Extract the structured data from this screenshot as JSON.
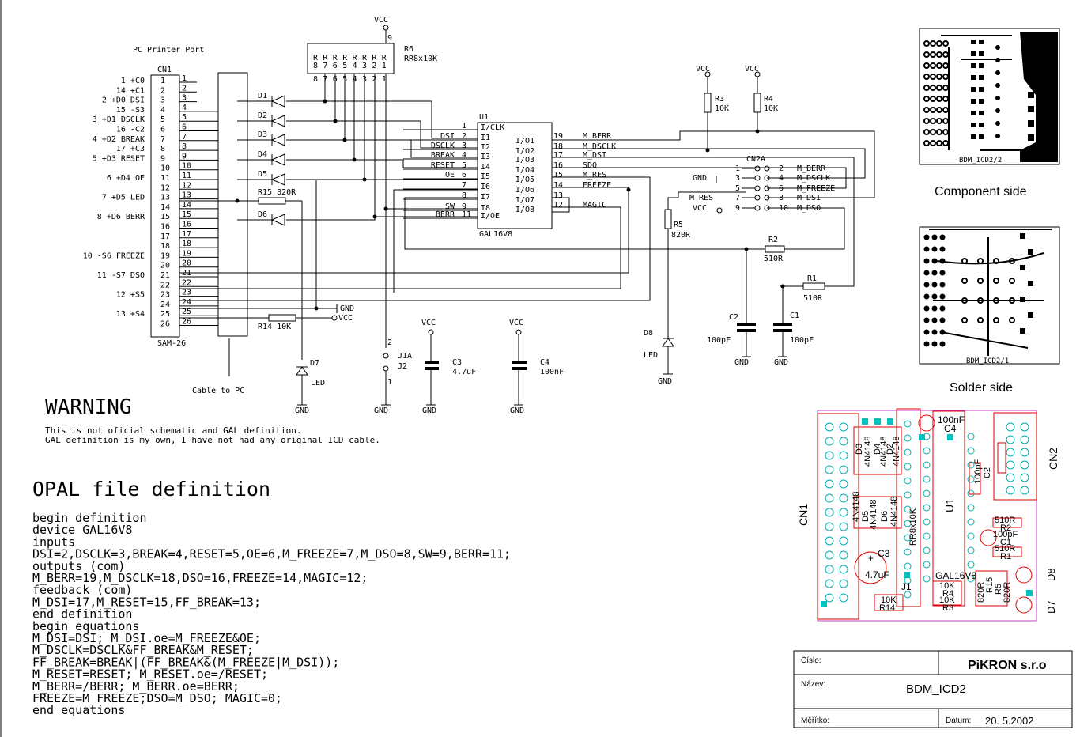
{
  "schematic": {
    "port_caption": "PC Printer Port",
    "cn1": {
      "ref": "CN1",
      "type": "SAM-26",
      "pin_numbers": [
        "1",
        "2",
        "3",
        "4",
        "5",
        "6",
        "7",
        "8",
        "9",
        "10",
        "11",
        "12",
        "13",
        "14",
        "15",
        "16",
        "17",
        "18",
        "19",
        "20",
        "21",
        "22",
        "23",
        "24",
        "25",
        "26"
      ],
      "inner_numbers": [
        "1",
        "2",
        "3",
        "4",
        "5",
        "6",
        "7",
        "8",
        "9",
        "10",
        "11",
        "12",
        "13",
        "14",
        "15",
        "16",
        "17",
        "18",
        "19",
        "20",
        "21",
        "22",
        "23",
        "24",
        "25",
        "26"
      ],
      "port_labels": [
        {
          "pin": "1",
          "text": "1 +C0"
        },
        {
          "pin": "2",
          "text": "14 +C1"
        },
        {
          "pin": "3",
          "text": "2 +D0 DSI"
        },
        {
          "pin": "4",
          "text": "15 -S3"
        },
        {
          "pin": "5",
          "text": "3 +D1 DSCLK"
        },
        {
          "pin": "6",
          "text": "16 -C2"
        },
        {
          "pin": "7",
          "text": "4 +D2 BREAK"
        },
        {
          "pin": "8",
          "text": "17 +C3"
        },
        {
          "pin": "9",
          "text": "5 +D3 RESET"
        },
        {
          "pin": "11",
          "text": "6 +D4 OE"
        },
        {
          "pin": "13",
          "text": "7 +D5 LED"
        },
        {
          "pin": "15",
          "text": "8 +D6 BERR"
        },
        {
          "pin": "19",
          "text": "10 -S6 FREEZE"
        },
        {
          "pin": "21",
          "text": "11 -S7 DSO"
        },
        {
          "pin": "23",
          "text": "12 +S5"
        },
        {
          "pin": "25",
          "text": "13 +S4"
        }
      ],
      "cable_label": "Cable to PC"
    },
    "r6": {
      "ref": "R6",
      "value": "RR8x10K",
      "vcc": "VCC",
      "top_pin": "9",
      "letters": [
        "R",
        "R",
        "R",
        "R",
        "R",
        "R",
        "R",
        "R"
      ],
      "digits": [
        "8",
        "7",
        "6",
        "5",
        "4",
        "3",
        "2",
        "1"
      ],
      "pins": [
        "8",
        "7",
        "6",
        "5",
        "4",
        "3",
        "2",
        "1"
      ]
    },
    "diodes": [
      "D1",
      "D2",
      "D3",
      "D4",
      "D5",
      "D6"
    ],
    "r15": "R15 820R",
    "r14": "R14 10K",
    "gnd": "GND",
    "vcc": "VCC",
    "d7": {
      "ref": "D7",
      "label": "LED"
    },
    "u1": {
      "ref": "U1",
      "part": "GAL16V8",
      "left_pins": [
        {
          "num": "1",
          "name": "I/CLK",
          "net": ""
        },
        {
          "num": "2",
          "name": "I1",
          "net": "DSI"
        },
        {
          "num": "3",
          "name": "I2",
          "net": "DSCLK"
        },
        {
          "num": "4",
          "name": "I3",
          "net": "BREAK"
        },
        {
          "num": "5",
          "name": "I4",
          "net": "RESET"
        },
        {
          "num": "6",
          "name": "I5",
          "net": "OE"
        },
        {
          "num": "7",
          "name": "I6",
          "net": ""
        },
        {
          "num": "8",
          "name": "I7",
          "net": ""
        },
        {
          "num": "9",
          "name": "I8",
          "net": "SW"
        },
        {
          "num": "11",
          "name": "I/OE",
          "net": "BERR"
        }
      ],
      "right_pins": [
        {
          "num": "19",
          "name": "I/O1",
          "net": "M_BERR"
        },
        {
          "num": "18",
          "name": "I/O2",
          "net": "M_DSCLK"
        },
        {
          "num": "17",
          "name": "I/O3",
          "net": "M_DSI"
        },
        {
          "num": "16",
          "name": "I/O4",
          "net": "SDO"
        },
        {
          "num": "15",
          "name": "I/O5",
          "net": "M_RES"
        },
        {
          "num": "14",
          "name": "I/O6",
          "net": "FREEZE"
        },
        {
          "num": "13",
          "name": "I/O7",
          "net": ""
        },
        {
          "num": "12",
          "name": "I/O8",
          "net": "MAGIC"
        }
      ]
    },
    "r3": {
      "ref": "R3",
      "value": "10K"
    },
    "r4": {
      "ref": "R4",
      "value": "10K"
    },
    "cn2a": {
      "ref": "CN2A",
      "left": [
        {
          "num": "1",
          "net": ""
        },
        {
          "num": "3",
          "net": "GND"
        },
        {
          "num": "5",
          "net": ""
        },
        {
          "num": "7",
          "net": "M_RES"
        },
        {
          "num": "9",
          "net": "VCC"
        }
      ],
      "right": [
        {
          "num": "2",
          "net": "M_BERR"
        },
        {
          "num": "4",
          "net": "M_DSCLK"
        },
        {
          "num": "6",
          "net": "M_FREEZE"
        },
        {
          "num": "8",
          "net": "M_DSI"
        },
        {
          "num": "10",
          "net": "M_DSO"
        }
      ]
    },
    "r5": {
      "ref": "R5",
      "value": "820R"
    },
    "r2": {
      "ref": "R2",
      "value": "510R"
    },
    "r1": {
      "ref": "R1",
      "value": "510R"
    },
    "c1": {
      "ref": "C1",
      "value": "100pF"
    },
    "c2": {
      "ref": "C2",
      "value": "100pF"
    },
    "d8": {
      "ref": "D8",
      "label": "LED"
    },
    "j1": {
      "ref1": "J1A",
      "ref2": "J2",
      "pin_top": "2",
      "pin_bottom": "1"
    },
    "c3": {
      "ref": "C3",
      "value": "4.7uF"
    },
    "c4": {
      "ref": "C4",
      "value": "100nF"
    }
  },
  "warning": {
    "title": "WARNING",
    "lines": [
      "This is not oficial schematic and GAL definition.",
      "GAL definition is my own, I have not had any original ICD cable."
    ]
  },
  "opal": {
    "title": "OPAL file definition",
    "lines": [
      "begin definition",
      "  device GAL16V8",
      "  inputs",
      "    DSI=2,DSCLK=3,BREAK=4,RESET=5,OE=6,M_FREEZE=7,M_DSO=8,SW=9,BERR=11;",
      "  outputs (com)",
      "    M_BERR=19,M_DSCLK=18,DSO=16,FREEZE=14,MAGIC=12;",
      "  feedback (com)",
      "    M_DSI=17,M_RESET=15,FF_BREAK=13;",
      "end definition",
      "begin equations",
      "  M_DSI=DSI;      M_DSI.oe=M_FREEZE&OE;",
      "  M_DSCLK=DSCLK&FF_BREAK&M_RESET;",
      "  FF_BREAK=BREAK|(FF_BREAK&(M_FREEZE|M_DSI));",
      "  M_RESET=RESET;  M_RESET.oe=/RESET;",
      "  M_BERR=/BERR;   M_BERR.oe=BERR;",
      "  FREEZE=M_FREEZE;DSO=M_DSO;      MAGIC=0;",
      "end equations"
    ]
  },
  "pcb": {
    "component_caption": "Component side",
    "solder_caption": "Solder side",
    "component_label": "BDM_ICD2/2",
    "solder_label": "BDM_ICD2/1",
    "silk": {
      "cn1": "CN1",
      "cn2": "CN2",
      "u1": "U1",
      "gal": "GAL16V8",
      "rr": "RR8x10K",
      "c4_value": "100nF",
      "c4": "C4",
      "c2_value": "100pF",
      "c2": "C2",
      "diode_type": "4N4148",
      "d_refs": [
        "D3",
        "D4",
        "D2",
        "D1",
        "D5",
        "D4",
        "D6"
      ],
      "c3": "C3",
      "c3_value": "4.7uF",
      "j1": "J1",
      "r2_value": "510R",
      "r2": "R2",
      "c1_value": "100pF",
      "c1": "C1",
      "r1_value": "510R",
      "r1": "R1",
      "r4_value": "10K",
      "r4": "R4",
      "r3_value": "10K",
      "r3": "R3",
      "r14_value": "10K",
      "r14": "R14",
      "r15": "R15",
      "r5": "R5",
      "r_820": "820R",
      "d8": "D8",
      "d7": "D7",
      "plus": "+"
    }
  },
  "title_block": {
    "cislo_label": "Číslo:",
    "company": "PiKRON s.r.o",
    "nazev_label": "Název:",
    "name": "BDM_ICD2",
    "meritko_label": "Měřítko:",
    "datum_label": "Datum:",
    "date": "20. 5.2002"
  }
}
